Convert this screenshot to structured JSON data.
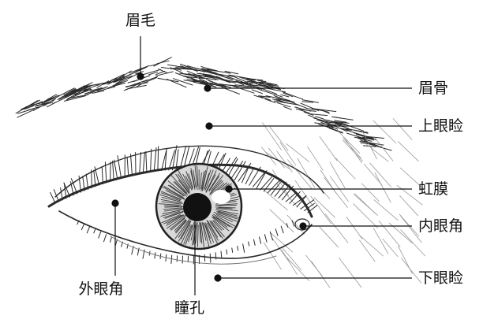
{
  "colors": {
    "ink": "#111111",
    "sketch": "#2a2a2a",
    "iris": "#3a3a3a",
    "background": "#ffffff"
  },
  "labels": {
    "eyebrow": "眉毛",
    "brow_bone": "眉骨",
    "upper_eyelid": "上眼睑",
    "iris": "虹膜",
    "inner_corner": "内眼角",
    "lower_eyelid": "下眼睑",
    "outer_corner": "外眼角",
    "pupil": "瞳孔"
  }
}
